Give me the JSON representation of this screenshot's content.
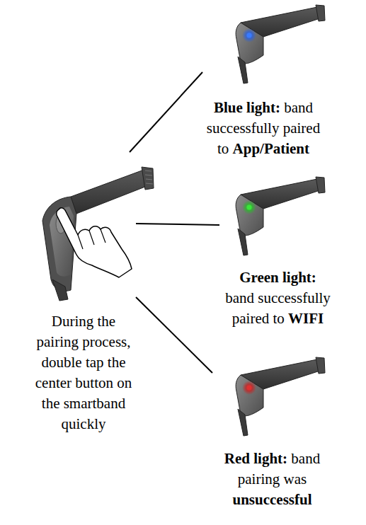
{
  "diagram": {
    "nodes": [
      {
        "text": [
          "During the pairing process, double tap the center button on the smartband quickly"
        ]
      },
      {
        "text": [
          "Blue light:",
          "band successfully paired to",
          "App/Patient"
        ]
      },
      {
        "text": [
          "Green light:",
          "band successfully paired to",
          "WIFI"
        ]
      },
      {
        "text": [
          "Red light:",
          "band pairing was",
          "unsuccessful"
        ]
      }
    ],
    "edges": [
      {
        "from": 0,
        "to": 1,
        "arrow": "none"
      },
      {
        "from": 0,
        "to": 2,
        "arrow": "none"
      },
      {
        "from": 0,
        "to": 3,
        "arrow": "none"
      }
    ]
  }
}
